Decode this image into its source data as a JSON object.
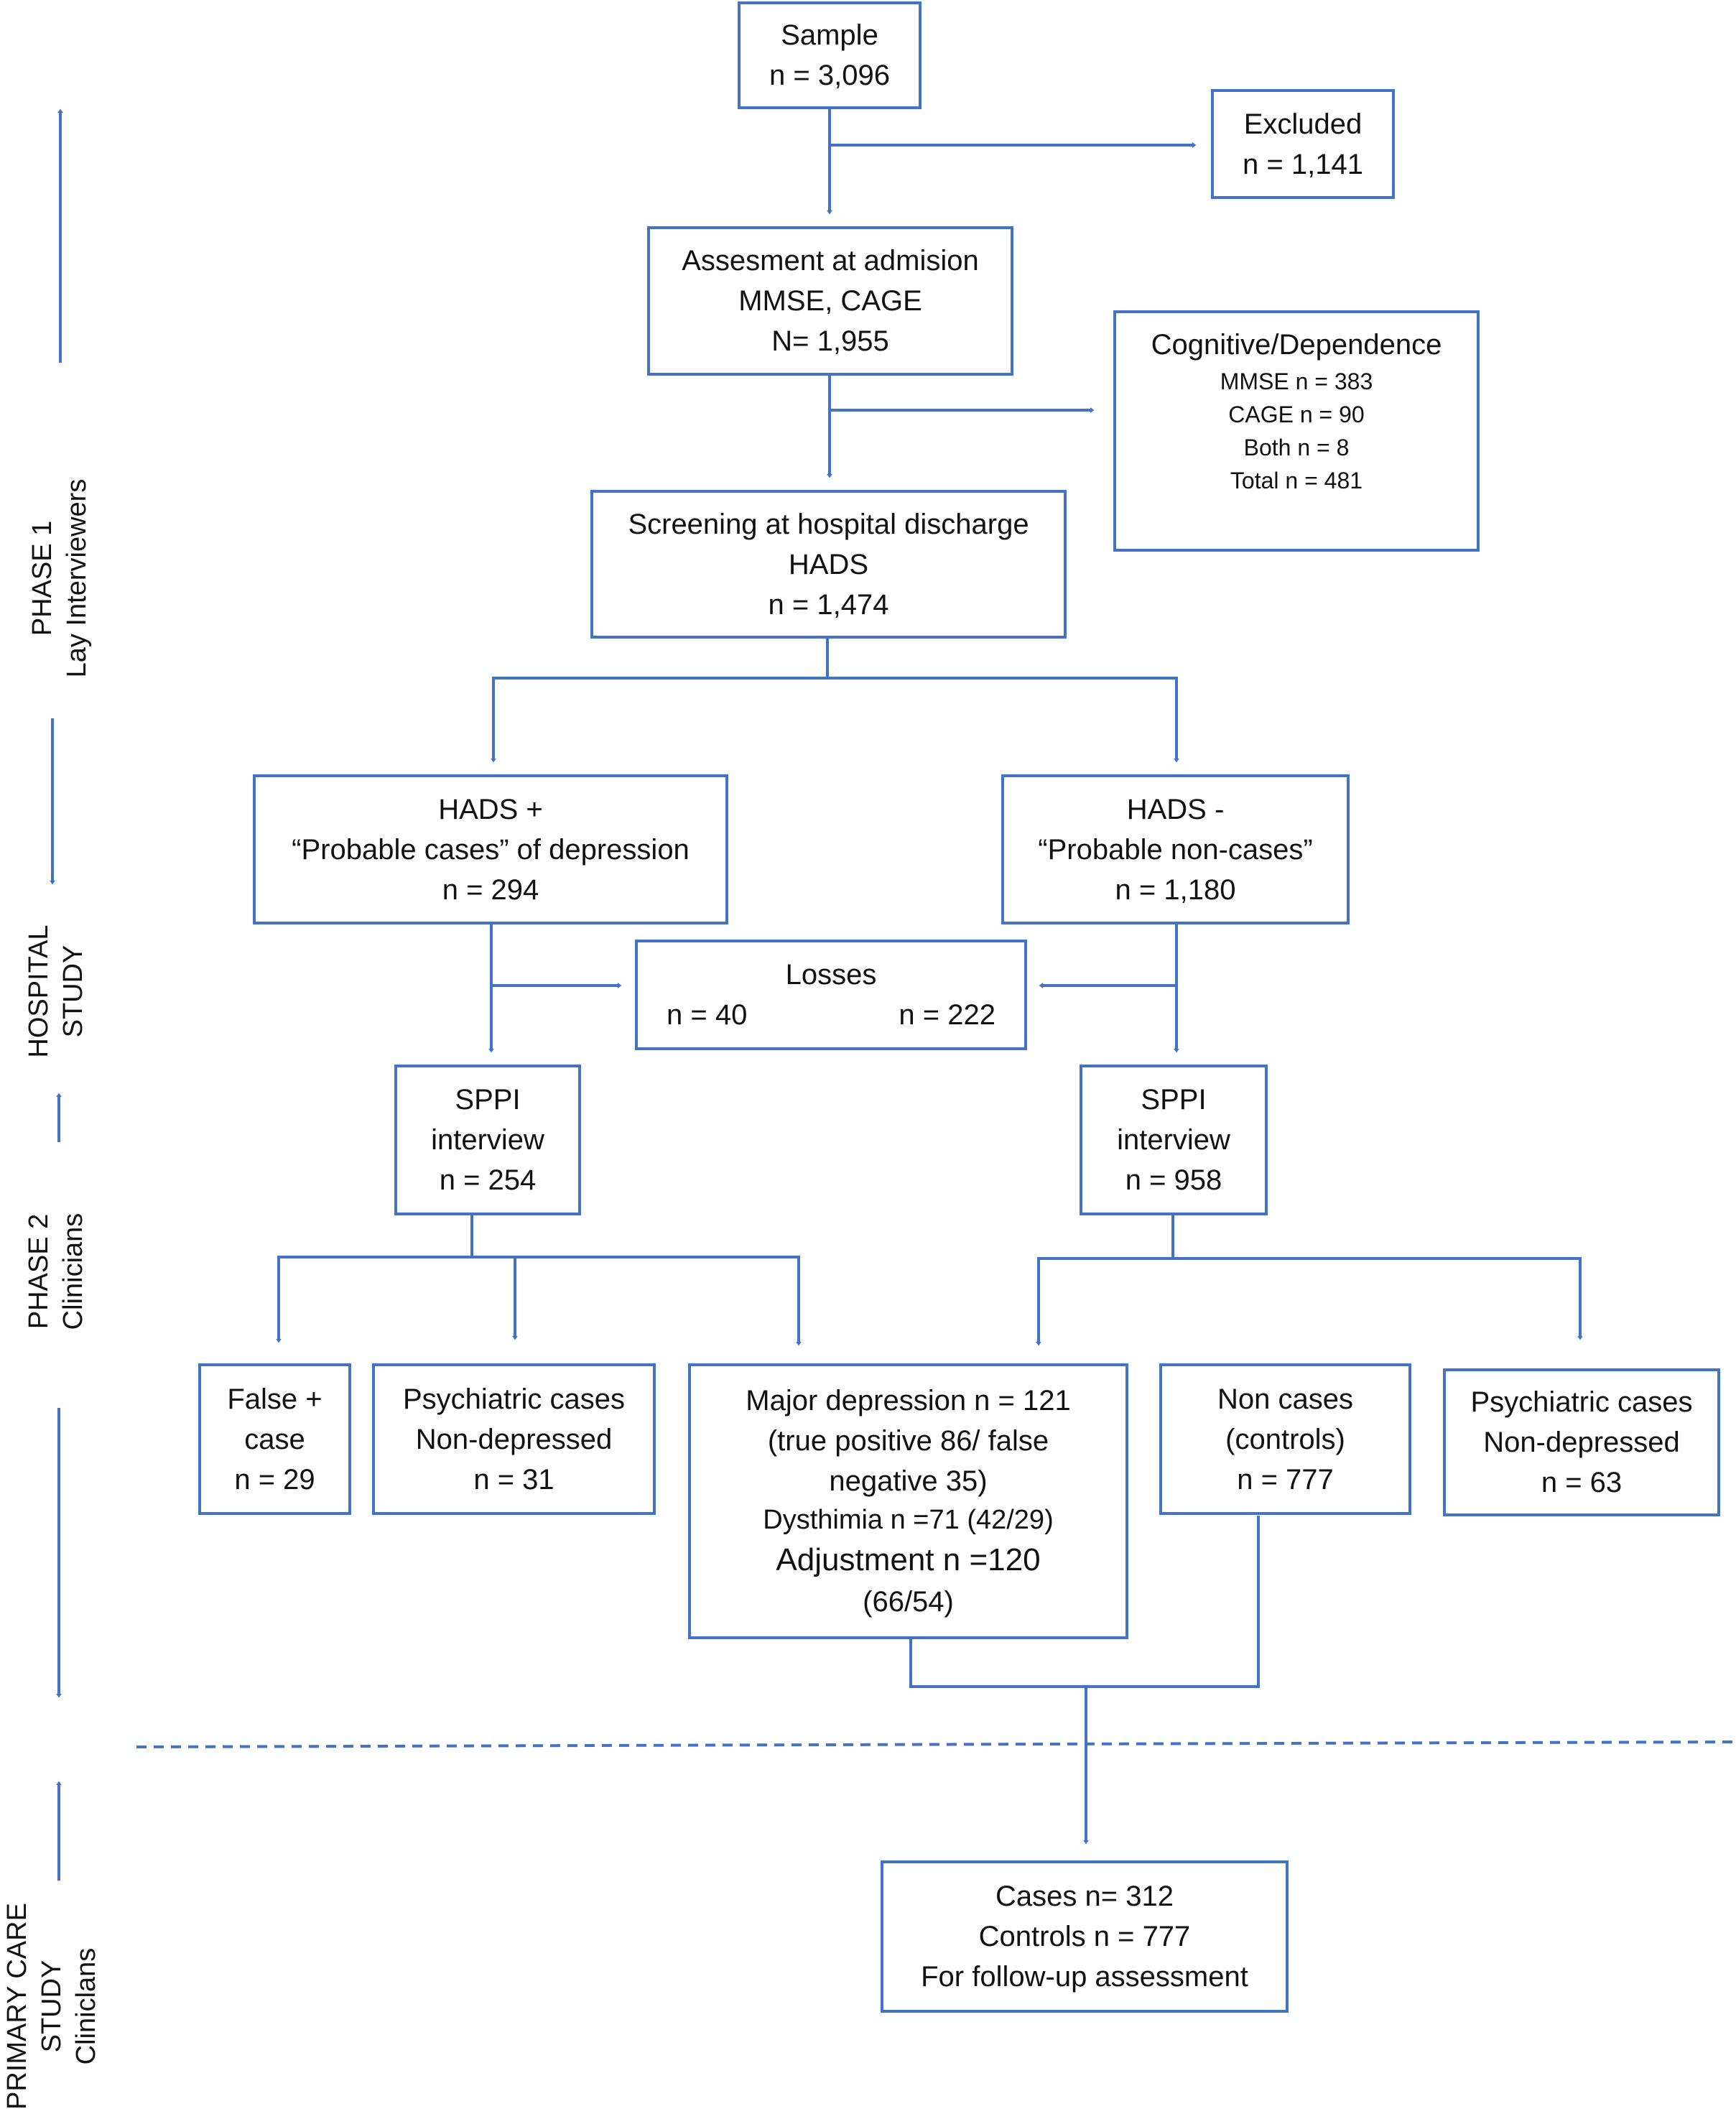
{
  "boxes": {
    "sample": [
      "Sample",
      "n = 3,096"
    ],
    "excluded": [
      "Excluded",
      "n = 1,141"
    ],
    "assessment": [
      "Assesment at admision",
      "MMSE, CAGE",
      "N= 1,955"
    ],
    "cognitive": {
      "title": "Cognitive/Dependence",
      "items": [
        "MMSE n = 383",
        "CAGE n = 90",
        "Both n = 8",
        "Total n = 481"
      ]
    },
    "screening": [
      "Screening at hospital discharge",
      "HADS",
      "n = 1,474"
    ],
    "hads_pos": [
      "HADS +",
      "“Probable cases” of depression",
      "n = 294"
    ],
    "hads_neg": [
      "HADS -",
      "“Probable non-cases”",
      "n = 1,180"
    ],
    "losses": {
      "title": "Losses",
      "left": "n = 40",
      "right": "n = 222"
    },
    "sppi_left": [
      "SPPI",
      "interview",
      "n = 254"
    ],
    "sppi_right": [
      "SPPI",
      "interview",
      "n = 958"
    ],
    "false_pos": [
      "False +",
      "case",
      "n = 29"
    ],
    "psych_left": [
      "Psychiatric cases",
      "Non-depressed",
      "n = 31"
    ],
    "major": {
      "line1": "Major depression n = 121",
      "line2": "(true positive 86/ false",
      "line3": "negative 35)",
      "line4": "Dysthimia n =71 (42/29)",
      "line5": "Adjustment n =120",
      "line6": "(66/54)"
    },
    "non_cases": [
      "Non cases",
      "(controls)",
      "n = 777"
    ],
    "psych_right": [
      "Psychiatric cases",
      "Non-depressed",
      "n = 63"
    ],
    "final": [
      "Cases n= 312",
      "Controls n = 777",
      "For follow-up assessment"
    ]
  },
  "side_labels": {
    "phase1": [
      "PHASE 1",
      "Lay Interviewers"
    ],
    "hospital": [
      "HOSPITAL",
      "STUDY"
    ],
    "phase2": [
      "PHASE 2",
      "Clinicians"
    ],
    "primary": [
      "PRIMARY CARE",
      "STUDY",
      "Cliniclans"
    ]
  },
  "colors": {
    "line": "#4472c4",
    "text": "#111111"
  }
}
